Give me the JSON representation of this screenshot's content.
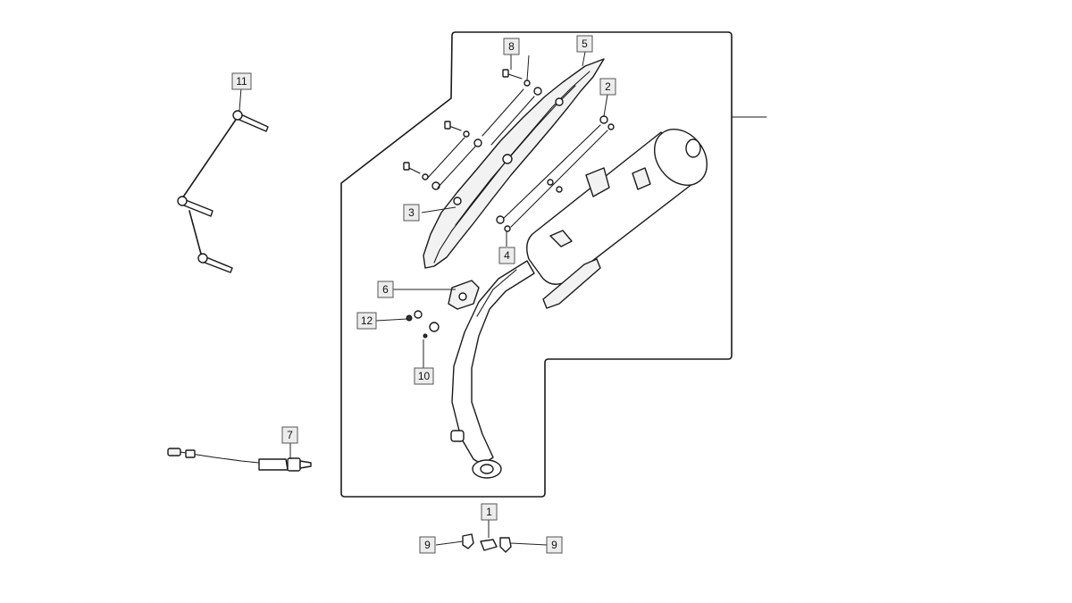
{
  "diagram": {
    "callouts": [
      {
        "id": "c1",
        "label": "1"
      },
      {
        "id": "c2",
        "label": "2"
      },
      {
        "id": "c3",
        "label": "3"
      },
      {
        "id": "c4",
        "label": "4"
      },
      {
        "id": "c5",
        "label": "5"
      },
      {
        "id": "c6",
        "label": "6"
      },
      {
        "id": "c7",
        "label": "7"
      },
      {
        "id": "c8",
        "label": "8"
      },
      {
        "id": "c9a",
        "label": "9"
      },
      {
        "id": "c9b",
        "label": "9"
      },
      {
        "id": "c10",
        "label": "10"
      },
      {
        "id": "c11",
        "label": "11"
      },
      {
        "id": "c12",
        "label": "12"
      }
    ]
  }
}
